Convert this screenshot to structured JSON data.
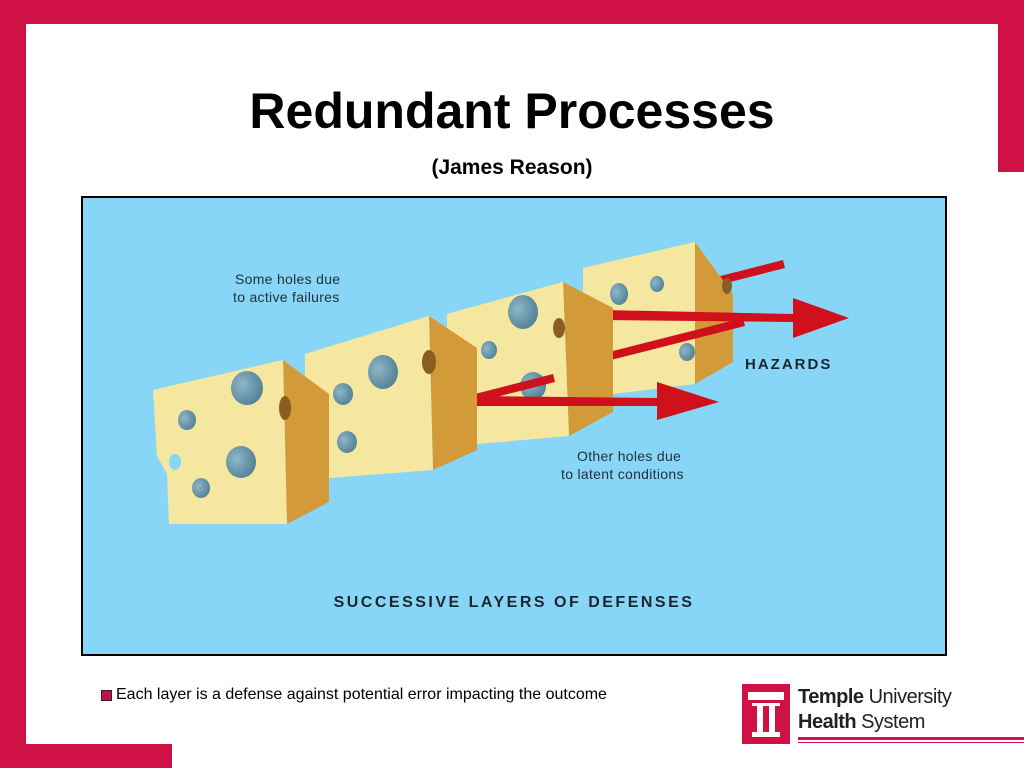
{
  "slide": {
    "title": "Redundant Processes",
    "subtitle": "(James Reason)"
  },
  "diagram": {
    "label_active_line1": "Some holes due",
    "label_active_line2": "to active failures",
    "label_hazards": "HAZARDS",
    "label_latent_line1": "Other holes due",
    "label_latent_line2": "to latent conditions",
    "caption": "SUCCESSIVE LAYERS OF DEFENSES",
    "layers": [
      "cheese-slice",
      "cheese-slice",
      "cheese-slice",
      "cheese-slice"
    ],
    "colors": {
      "background": "#87d6f7",
      "cheese_face": "#f6e7a0",
      "cheese_side": "#d39a3a",
      "arrow": "#d0111b"
    }
  },
  "bullet": {
    "text": "Each layer is a defense against potential error impacting the outcome"
  },
  "logo": {
    "line1_bold": "Temple",
    "line1_rest": " University",
    "line2_bold": "Health",
    "line2_rest": " System",
    "mark_letter": "T"
  },
  "theme": {
    "accent": "#cf1146"
  }
}
